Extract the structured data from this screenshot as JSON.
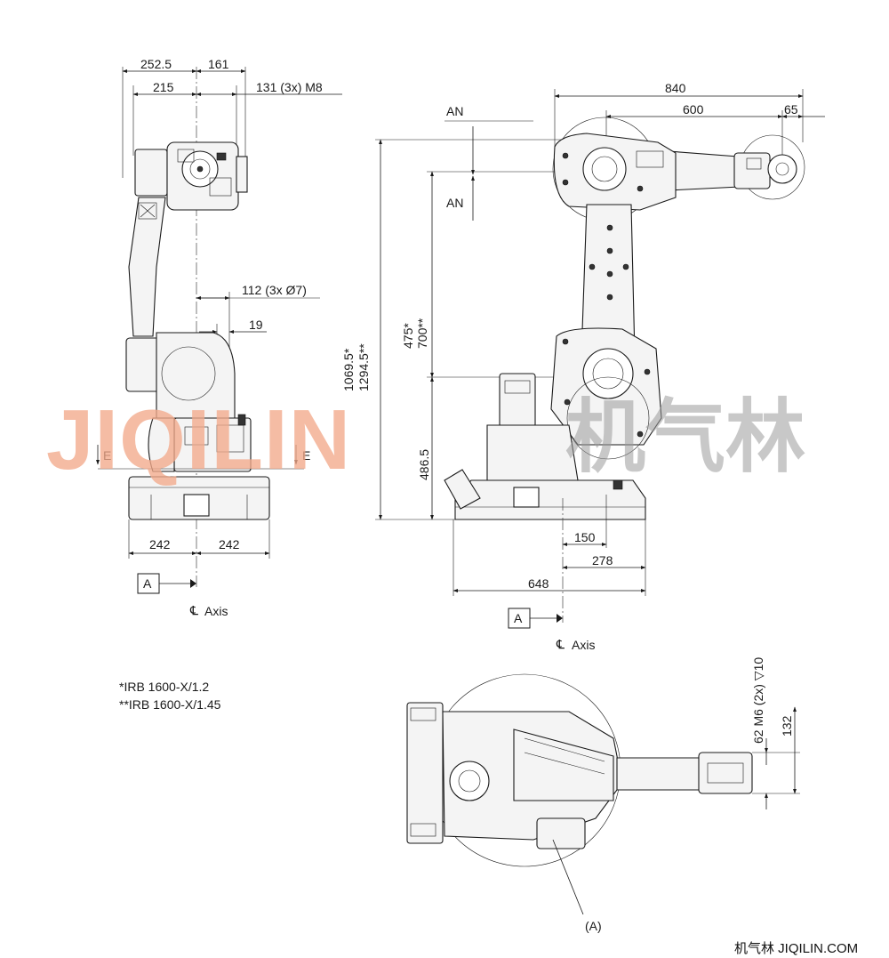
{
  "side_view": {
    "dims": {
      "top_left": "252.5",
      "top_right": "161",
      "second_left": "215",
      "holes_top": "131 (3x) M8",
      "holes_mid": "112 (3x Ø7)",
      "mid_offset": "19",
      "base_left": "242",
      "base_right": "242"
    },
    "section_mark": "E",
    "datum_label": "A",
    "axis_label": "Axis"
  },
  "front_view": {
    "dims": {
      "reach_total": "840",
      "reach_wrist": "600",
      "flange": "65",
      "section_mark": "AN",
      "height_a": "1069.5*",
      "height_b": "1294.5**",
      "arm_a": "475*",
      "arm_b": "700**",
      "base_height": "486.5",
      "base_150": "150",
      "base_278": "278",
      "base_648": "648"
    },
    "datum_label": "A",
    "axis_label": "Axis"
  },
  "top_view": {
    "dims": {
      "holes": "62 M6 (2x) ▽10",
      "height": "132"
    },
    "callout": "(A)"
  },
  "notes": [
    "*IRB 1600-X/1.2",
    "**IRB 1600-X/1.45"
  ],
  "watermark": {
    "latin": "JIQILIN",
    "cjk": "机气林"
  },
  "footer": "机气林 JIQILIN.COM"
}
